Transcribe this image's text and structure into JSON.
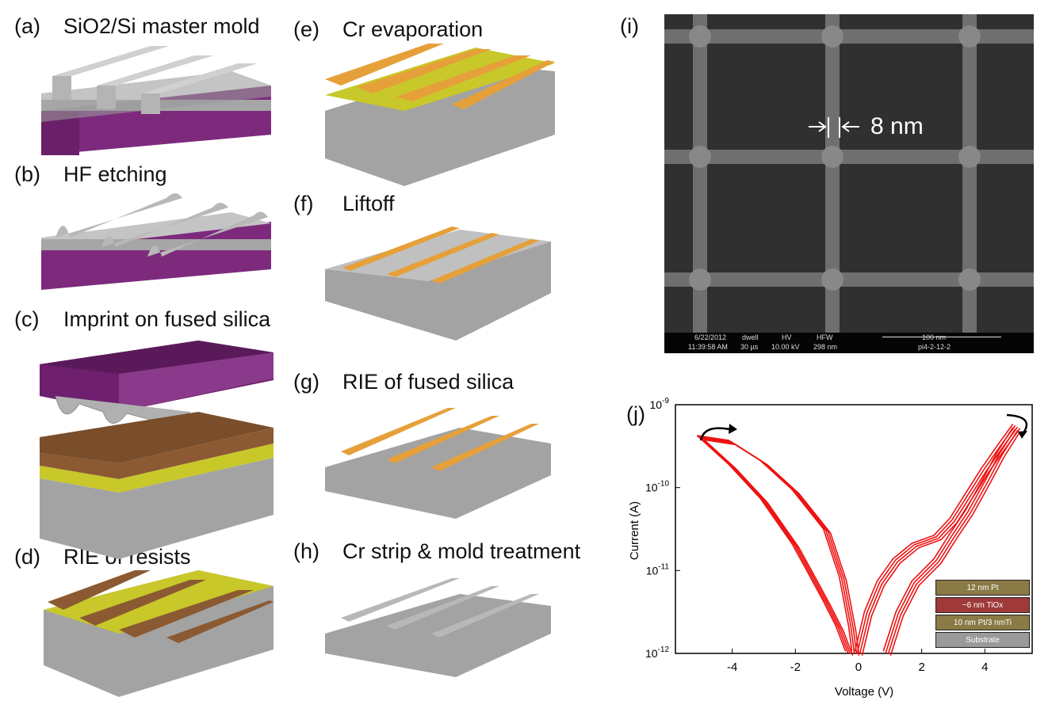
{
  "panels": {
    "a": {
      "tag": "(a)",
      "title": "SiO2/Si master mold"
    },
    "b": {
      "tag": "(b)",
      "title": "HF etching"
    },
    "c": {
      "tag": "(c)",
      "title": "Imprint on fused silica"
    },
    "d": {
      "tag": "(d)",
      "title": "RIE of resists"
    },
    "e": {
      "tag": "(e)",
      "title": "Cr evaporation"
    },
    "f": {
      "tag": "(f)",
      "title": "Liftoff"
    },
    "g": {
      "tag": "(g)",
      "title": "RIE of fused silica"
    },
    "h": {
      "tag": "(h)",
      "title": "Cr strip & mold treatment"
    },
    "i": {
      "tag": "(i)"
    },
    "j": {
      "tag": "(j)"
    }
  },
  "sem": {
    "measurement": "8 nm",
    "info": {
      "date": "6/22/2012",
      "time": "11:39:58 AM",
      "dwell_label": "dwell",
      "dwell_value": "30 µs",
      "hv_label": "HV",
      "hv_value": "10.00 kV",
      "hfw_label": "HFW",
      "hfw_value": "298 nm",
      "scale_label": "100 nm",
      "sample_id": "pi4-2-12-2"
    }
  },
  "legend_stack": [
    {
      "label": "12 nm Pt",
      "color": "#8a7a45"
    },
    {
      "label": "~6 nm TiOx",
      "color": "#a03a3a"
    },
    {
      "label": "10 nm Pt/3 nmTi",
      "color": "#8a7a45"
    },
    {
      "label": "Substrate",
      "color": "#9a9a9a"
    }
  ],
  "colors": {
    "silicon": "#7d2a7d",
    "oxide": "#a6a6a6",
    "resist_top": "#8b5a32",
    "resist_bottom": "#c8c82a",
    "chromium": "#e6a03a",
    "curve": "#ee1111"
  },
  "chart_data": {
    "type": "line",
    "xlabel": "Voltage (V)",
    "ylabel": "Current (A)",
    "xlim": [
      -5.8,
      5.5
    ],
    "ylim": [
      1e-12,
      1e-09
    ],
    "y_scale": "log",
    "x_ticks": [
      -4,
      -2,
      0,
      2,
      4
    ],
    "x_tick_labels": [
      "-4",
      "-2",
      "0",
      "2",
      "4"
    ],
    "y_ticks": [
      1e-12,
      1e-11,
      1e-10,
      1e-09
    ],
    "y_tick_labels": [
      {
        "base": "10",
        "exp": "-12"
      },
      {
        "base": "10",
        "exp": "-11"
      },
      {
        "base": "10",
        "exp": "-10"
      },
      {
        "base": "10",
        "exp": "-9"
      }
    ],
    "series": [
      {
        "x": [
          -5,
          -4,
          -3,
          -2,
          -1,
          -0.5,
          -0.2,
          -0.1
        ],
        "y": [
          4e-10,
          3.5e-10,
          2e-10,
          9e-11,
          3e-11,
          8e-12,
          2e-12,
          1e-12
        ]
      },
      {
        "x": [
          -5,
          -4,
          -3,
          -2,
          -1.5,
          -1,
          -0.6,
          -0.3
        ],
        "y": [
          4e-10,
          1.8e-10,
          7e-11,
          2e-11,
          9e-12,
          4e-12,
          2e-12,
          1e-12
        ]
      },
      {
        "x": [
          0,
          0.3,
          0.7,
          1.2,
          1.8,
          2.5,
          3,
          3.5,
          4,
          4.5,
          5
        ],
        "y": [
          1e-12,
          3e-12,
          7e-12,
          1.3e-11,
          2e-11,
          2.5e-11,
          4e-11,
          8e-11,
          1.6e-10,
          3e-10,
          5.5e-10
        ]
      },
      {
        "x": [
          0.9,
          1.3,
          1.8,
          2.5,
          3,
          3.5,
          4,
          4.5,
          5
        ],
        "y": [
          1e-12,
          3e-12,
          7e-12,
          1.3e-11,
          2.6e-11,
          5e-11,
          1.1e-10,
          2.5e-10,
          5e-10
        ]
      }
    ]
  }
}
